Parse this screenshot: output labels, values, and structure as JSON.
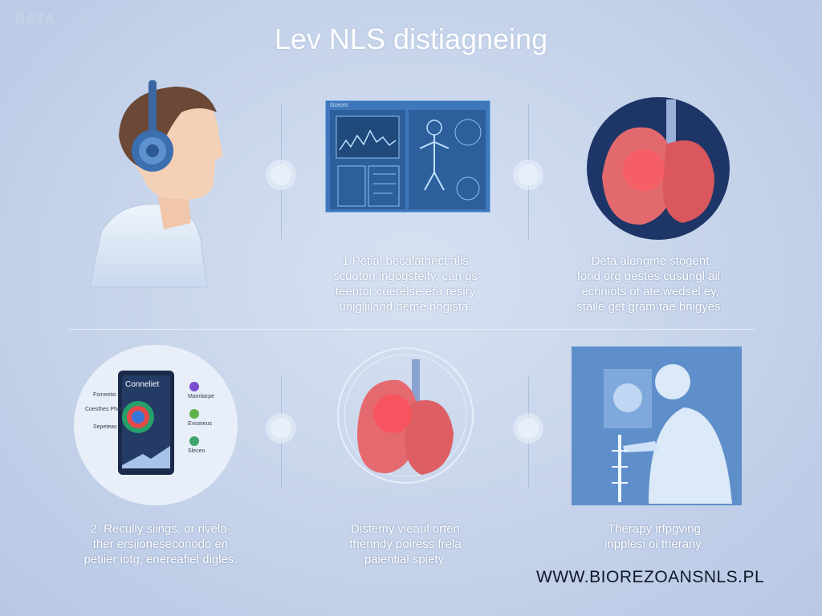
{
  "corner_mark": "BATA",
  "title": "Lev NLS distiagneing",
  "steps": [
    {
      "lines": [
        "1 Petial becalathect alis",
        "scuoton ingogsteify, can gs",
        "teentor cuerelse era resiry",
        "unigliiland heme bngista."
      ]
    },
    {
      "lines": [
        "Deta alengme stogent",
        "fond org gestes cusungl ail,",
        "echniots of ate wedsel ey,",
        "staile get gram tae bnigyes."
      ]
    },
    {
      "lines": [
        "2. Recully siings. or rivela-",
        "ther ersiioneseconodo en",
        "petiier iotg, enereafiel digles."
      ]
    },
    {
      "lines": [
        "Distemy vieaul orten",
        "thenndy poiress frela",
        "paiential spiety."
      ]
    },
    {
      "lines": [
        "Therapy irfpgving",
        "inpplesi oi therany."
      ]
    }
  ],
  "tablet": {
    "title": "Conneliet",
    "left_labels": [
      "Fsmeetio",
      "Coesthes Phne",
      "Sepeteas"
    ],
    "right_labels": [
      "Mamitarpe",
      "Eviseieus",
      "Sleceo"
    ]
  },
  "monitor_label": "Gceors",
  "url": "WWW.BIOREZOANSNLS.PL"
}
